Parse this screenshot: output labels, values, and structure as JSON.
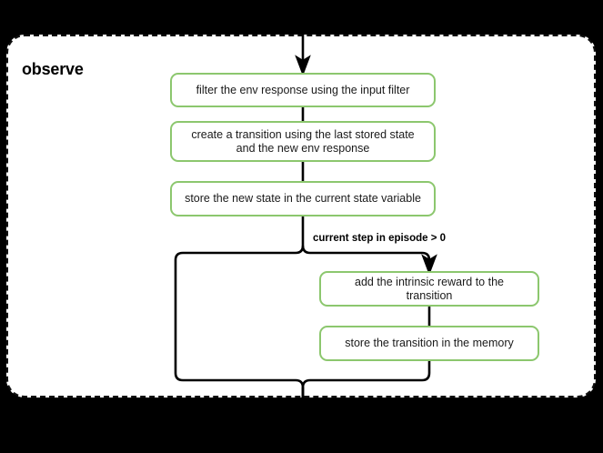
{
  "diagram": {
    "type": "flowchart",
    "title": "observe",
    "background_color": "#000000",
    "container": {
      "label": "observe",
      "border_style": "dashed",
      "border_color": "#111111",
      "fill_color": "#ffffff"
    },
    "node_style": {
      "border_color": "#8cc76e",
      "fill_color": "#ffffff",
      "text_color": "#1a1a1a"
    },
    "nodes": [
      {
        "id": "filter",
        "label": "filter the env response using the input filter"
      },
      {
        "id": "transition",
        "label": "create a transition using the last stored state and the new env response"
      },
      {
        "id": "storestate",
        "label": "store the new state in the current state variable"
      },
      {
        "id": "intrinsic",
        "label": "add the intrinsic reward to the transition"
      },
      {
        "id": "memory",
        "label": "store the transition in the memory"
      }
    ],
    "branch": {
      "condition_label": "current step in episode > 0"
    },
    "edges": [
      {
        "from": "entry",
        "to": "filter"
      },
      {
        "from": "filter",
        "to": "transition"
      },
      {
        "from": "transition",
        "to": "storestate"
      },
      {
        "from": "storestate",
        "to": "branch"
      },
      {
        "from": "branch",
        "to": "intrinsic",
        "label": "current step in episode > 0"
      },
      {
        "from": "branch",
        "to": "merge"
      },
      {
        "from": "intrinsic",
        "to": "memory"
      },
      {
        "from": "memory",
        "to": "merge"
      },
      {
        "from": "merge",
        "to": "exit"
      }
    ]
  }
}
